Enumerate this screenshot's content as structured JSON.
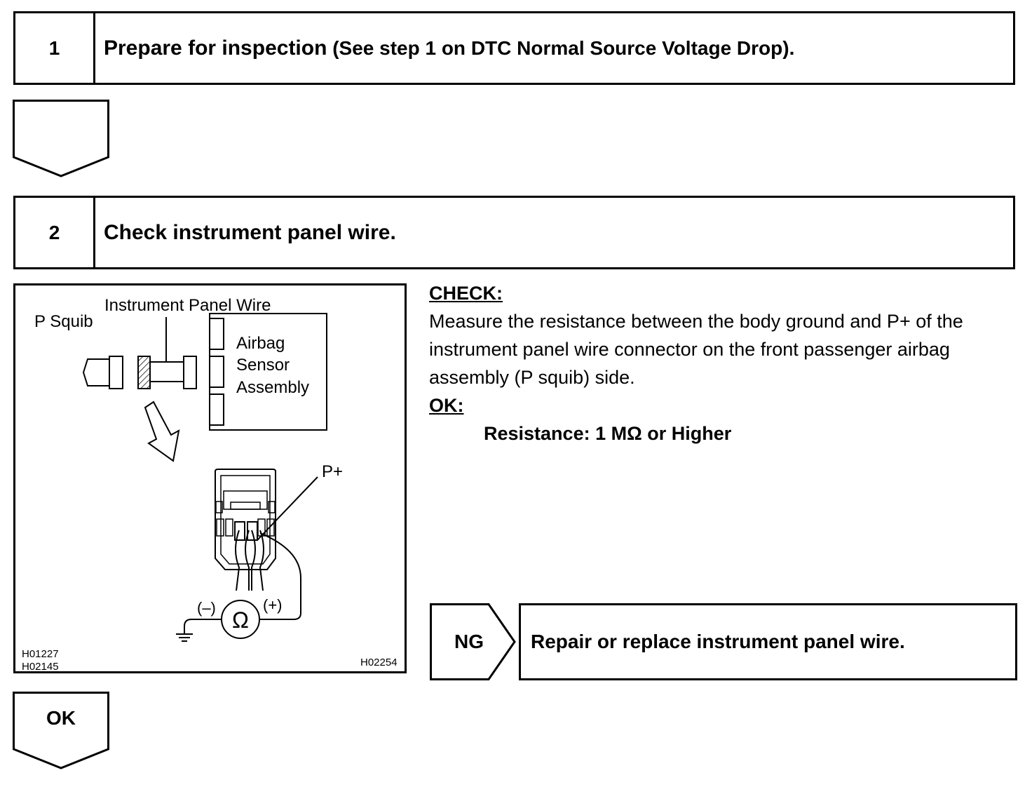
{
  "step1": {
    "number": "1",
    "title": "Prepare for inspection",
    "reference": " (See step 1 on DTC Normal Source Voltage Drop)."
  },
  "step2": {
    "number": "2",
    "title": "Check instrument panel wire."
  },
  "figure": {
    "label_p_squib": "P Squib",
    "label_panel_wire": "Instrument Panel Wire",
    "label_sensor_1": "Airbag",
    "label_sensor_2": "Sensor",
    "label_sensor_3": "Assembly",
    "label_p_plus": "P+",
    "label_minus": "(–)",
    "label_plus": "(+)",
    "label_ohm": "Ω",
    "code_1": "H01227",
    "code_2": "H02145",
    "code_3": "H02254"
  },
  "check": {
    "heading": "CHECK:",
    "line1": "Measure the resistance between the body ground and P+ of the",
    "line2": "instrument panel wire connector on the front passenger airbag",
    "line3": "assembly (P squib) side.",
    "ok_heading": "OK:",
    "spec": "Resistance: 1 MΩ or Higher"
  },
  "ng": {
    "tag": "NG",
    "action": "Repair or replace instrument panel wire."
  },
  "ok_tag": "OK"
}
